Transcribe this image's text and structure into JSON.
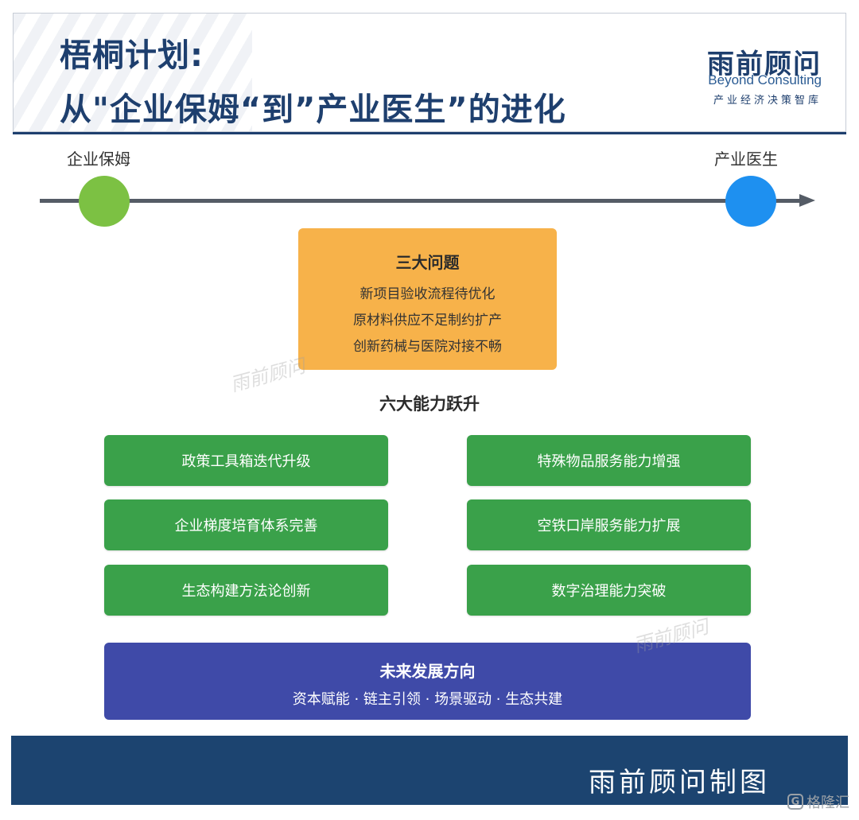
{
  "header": {
    "title_line1": "梧桐计划:",
    "title_line2": "从\"企业保姆“到”产业医生”的进化",
    "logo_cn": "雨前顾问",
    "logo_en": "Beyond Consulting",
    "logo_tagline": "产业经济决策智库"
  },
  "timeline": {
    "start_label": "企业保姆",
    "end_label": "产业医生",
    "start_color": "#7cc143",
    "end_color": "#1e90f0"
  },
  "problems": {
    "title": "三大问题",
    "items": [
      "新项目验收流程待优化",
      "原材料供应不足制约扩产",
      "创新药械与医院对接不畅"
    ]
  },
  "capabilities": {
    "title": "六大能力跃升",
    "items": [
      "政策工具箱迭代升级",
      "特殊物品服务能力增强",
      "企业梯度培育体系完善",
      "空铁口岸服务能力扩展",
      "生态构建方法论创新",
      "数字治理能力突破"
    ]
  },
  "future": {
    "title": "未来发展方向",
    "subtitle": "资本赋能 · 链主引领 · 场景驱动 · 生态共建"
  },
  "footer": {
    "text": "雨前顾问制图"
  },
  "watermarks": [
    "雨前顾问",
    "雨前顾问"
  ],
  "corner_logo": {
    "glyph": "G",
    "text": "格隆汇"
  },
  "colors": {
    "navy": "#1e3f6e",
    "orange_box": "#f7b24a",
    "green_box": "#3aa14a",
    "blue_box": "#3f4aa8",
    "footer": "#1c4470"
  }
}
